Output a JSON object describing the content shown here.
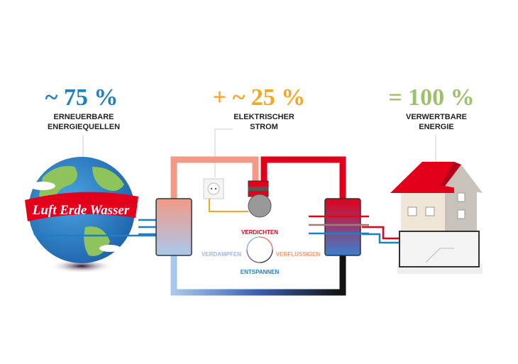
{
  "left": {
    "value": "~ 75 %",
    "line1": "ERNEUERBARE",
    "line2": "ENERGIEQUELLEN",
    "banner": "Luft Erde Wasser"
  },
  "middle": {
    "value": "+ ~ 25 %",
    "line1": "ELEKTRISCHER",
    "line2": "STROM"
  },
  "right": {
    "value": "= 100 %",
    "line1": "VERWERTBARE",
    "line2": "ENERGIE"
  },
  "cycle": {
    "top": "VERDICHTEN",
    "right": "VERFLÜSSIGEN",
    "bottom": "ENTSPANNEN",
    "left": "VERDAMPFEN"
  },
  "colors": {
    "blue": "#1f7fc4",
    "orange": "#f6a623",
    "green": "#9dc16b",
    "red": "#e3001b"
  }
}
